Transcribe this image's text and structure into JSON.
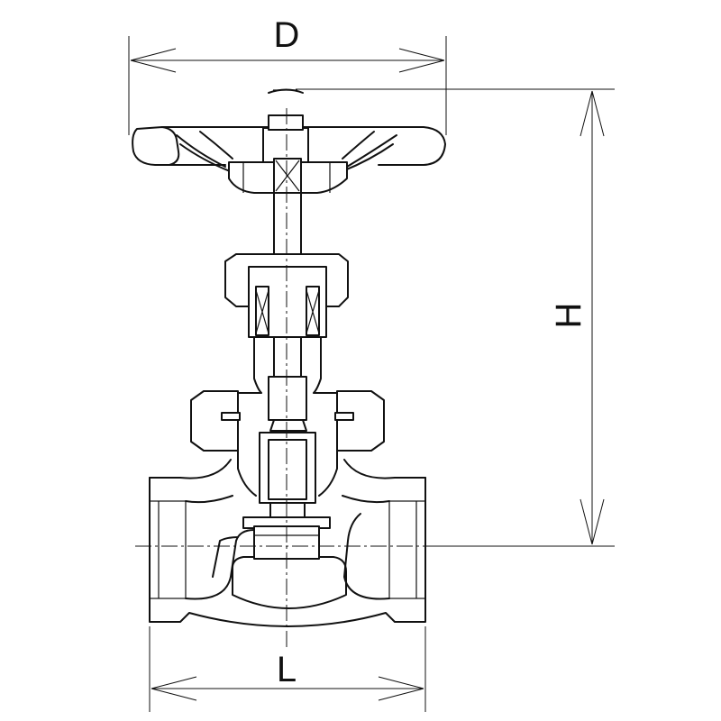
{
  "dimensions": {
    "D": "D",
    "H": "H",
    "L": "L"
  },
  "colors": {
    "line": "#111111",
    "background": "#ffffff"
  }
}
